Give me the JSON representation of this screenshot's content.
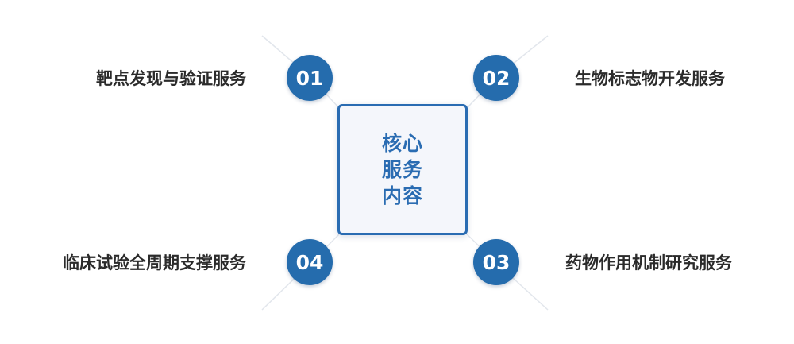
{
  "center": {
    "line1": "核心",
    "line2": "服务",
    "line3": "内容"
  },
  "items": [
    {
      "number": "01",
      "label": "靶点发现与验证服务"
    },
    {
      "number": "02",
      "label": "生物标志物开发服务"
    },
    {
      "number": "03",
      "label": "药物作用机制研究服务"
    },
    {
      "number": "04",
      "label": "临床试验全周期支撑服务"
    }
  ],
  "colors": {
    "accent": "#256cad",
    "center_border": "#2a6cb2",
    "center_fill": "#f4f6fb",
    "label_text": "#2b2b2b",
    "connector": "#e2e6ec"
  }
}
